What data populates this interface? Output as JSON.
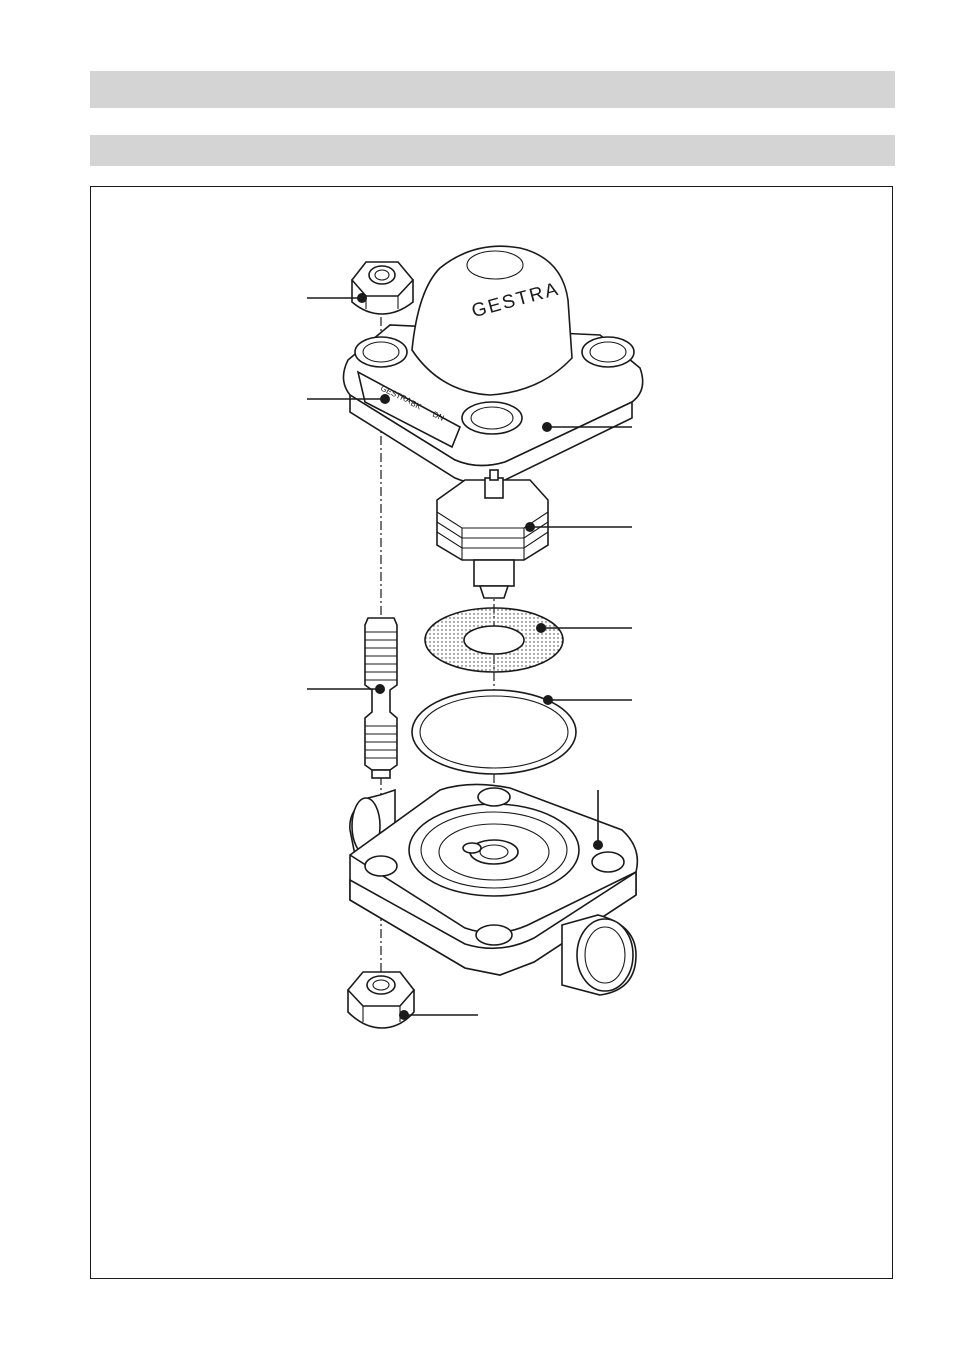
{
  "drawing": {
    "brand_mark": "GESTRA",
    "nameplate": {
      "brand": "GESTRA",
      "field_1": "BK",
      "field_2": "DN"
    }
  }
}
